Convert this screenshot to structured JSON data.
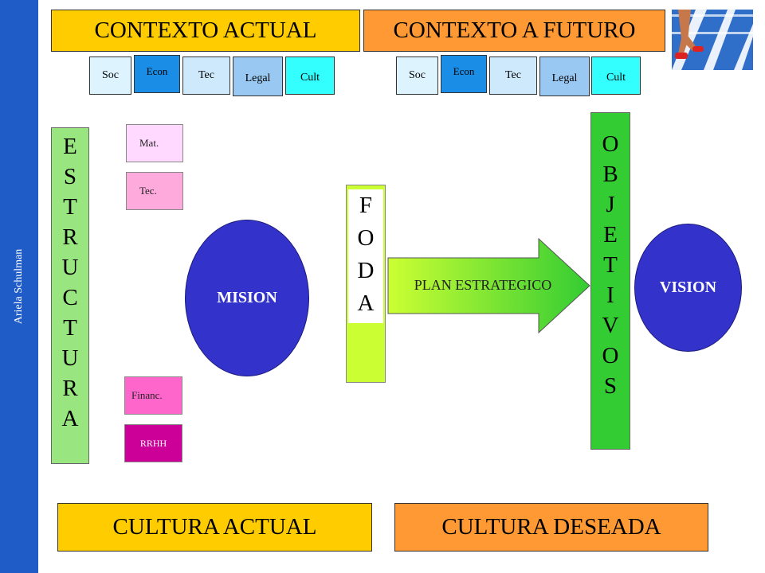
{
  "sidebar": {
    "author": "Ariela Schulman",
    "color": "#1f5cc7"
  },
  "header": {
    "actual": {
      "title": "CONTEXTO ACTUAL",
      "color": "#ffcc00",
      "chips": [
        "Soc",
        "Econ",
        "Tec",
        "Legal",
        "Cult"
      ]
    },
    "futuro": {
      "title": "CONTEXTO A FUTURO",
      "color": "#ff9933",
      "chips": [
        "Soc",
        "Econ",
        "Tec",
        "Legal",
        "Cult"
      ]
    }
  },
  "chip_colors": [
    "#ddf4ff",
    "#1a8ee6",
    "#cde9fb",
    "#99c9f2",
    "#33ffff"
  ],
  "estructura": {
    "letters": [
      "E",
      "S",
      "T",
      "R",
      "U",
      "C",
      "T",
      "U",
      "R",
      "A"
    ],
    "color": "#99e680"
  },
  "resources": {
    "mat": "Mat.",
    "tec": "Tec.",
    "financ": "Financ.",
    "rrhh": "RRHH"
  },
  "mision": {
    "label": "MISION",
    "color": "#3333cc"
  },
  "foda": {
    "letters": [
      "F",
      "O",
      "D",
      "A"
    ]
  },
  "plan": {
    "label": "PLAN ESTRATEGICO"
  },
  "objetivos": {
    "letters": [
      "O",
      "B",
      "J",
      "E",
      "T",
      "I",
      "V",
      "O",
      "S"
    ],
    "color": "#33cc33"
  },
  "vision": {
    "label": "VISION",
    "color": "#3333cc"
  },
  "footer": {
    "actual": {
      "title": "CULTURA ACTUAL",
      "color": "#ffcc00"
    },
    "deseada": {
      "title": "CULTURA DESEADA",
      "color": "#ff9933"
    }
  },
  "image": {
    "icon": "runner-on-track-icon"
  }
}
